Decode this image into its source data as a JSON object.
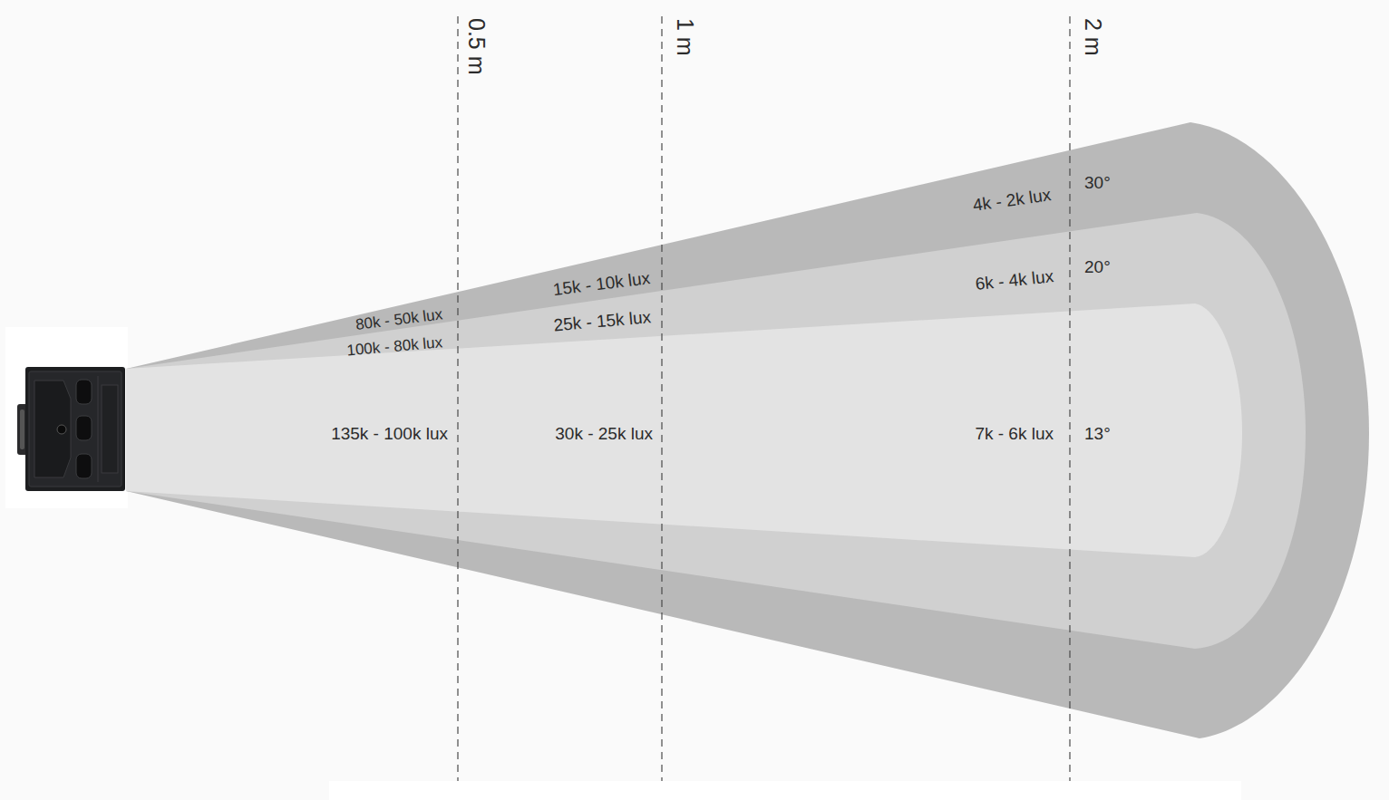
{
  "diagram": {
    "nodes": [
      {
        "text": [
          "80k - 50k lux",
          "15k - 10k lux",
          "4k - 2k lux",
          "30°"
        ]
      },
      {
        "text": [
          "100k - 80k lux",
          "25k - 15k lux",
          "6k - 4k lux",
          "20°"
        ],
        "in": 0
      },
      {
        "text": [
          "135k - 100k lux",
          "30k - 25k lux",
          "7k - 6k lux",
          "13°"
        ],
        "in": 1
      }
    ],
    "labels": [
      "0.5 m",
      "1 m",
      "2 m"
    ]
  }
}
